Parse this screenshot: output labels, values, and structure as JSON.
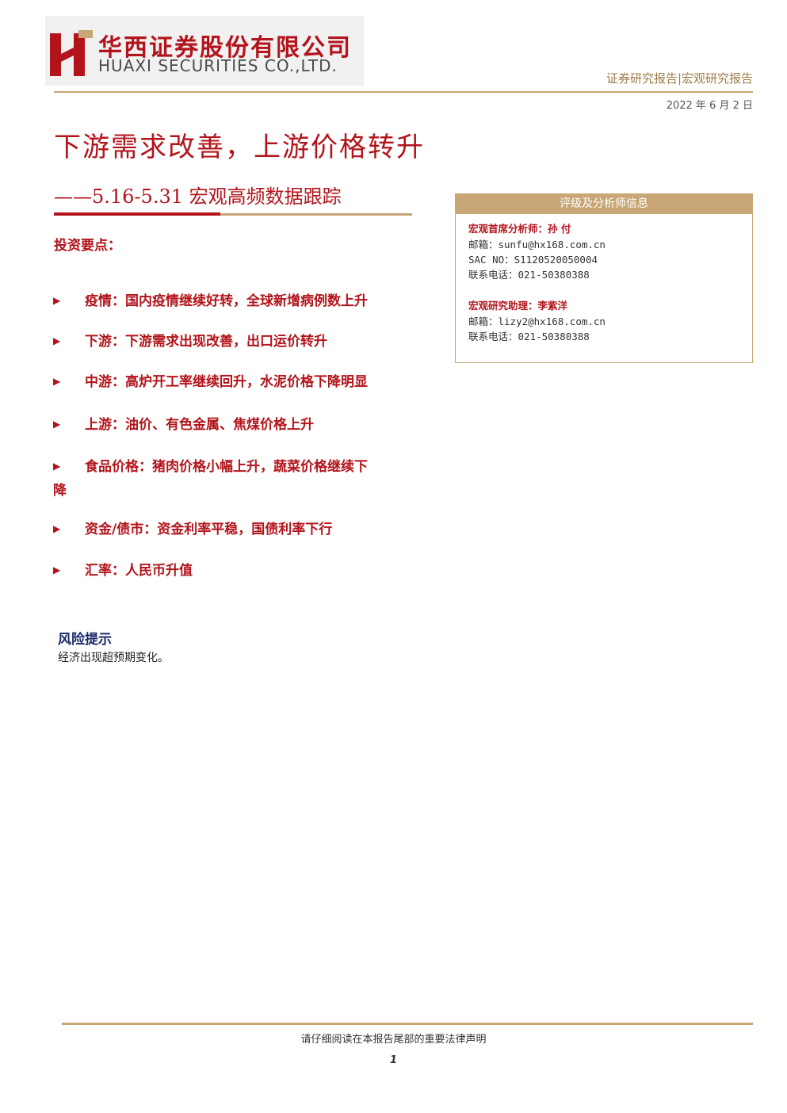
{
  "header": {
    "company_cn": "华西证券股份有限公司",
    "company_en": "HUAXI SECURITIES CO.,LTD.",
    "report_type": "证券研究报告|宏观研究报告",
    "date": "2022 年 6 月 2 日"
  },
  "title": {
    "main": "下游需求改善，上游价格转升",
    "sub": "——5.16-5.31 宏观高频数据跟踪"
  },
  "key_points": {
    "heading": "投资要点：",
    "items": [
      {
        "text": "疫情：国内疫情继续好转，全球新增病例数上升"
      },
      {
        "text": "下游：下游需求出现改善，出口运价转升"
      },
      {
        "text": "中游：高炉开工率继续回升，水泥价格下降明显"
      },
      {
        "text": "上游：油价、有色金属、焦煤价格上升"
      },
      {
        "text": "食品价格：猪肉价格小幅上升，蔬菜价格继续下",
        "continuation": "降"
      },
      {
        "text": "资金/债市：资金利率平稳，国债利率下行"
      },
      {
        "text": "汇率：人民币升值"
      }
    ]
  },
  "risk": {
    "heading": "风险提示",
    "text": "经济出现超预期变化。"
  },
  "analyst_box": {
    "header": "评级及分析师信息",
    "chief": {
      "title": "宏观首席分析师：孙 付",
      "email": "邮箱：sunfu@hx168.com.cn",
      "sac": "SAC NO：S1120520050004",
      "phone": "联系电话：021-50380388"
    },
    "assistant": {
      "title": "宏观研究助理：李紫洋",
      "email": "邮箱：lizy2@hx168.com.cn",
      "phone": "联系电话：021-50380388"
    }
  },
  "footer": {
    "note": "请仔细阅读在本报告尾部的重要法律声明",
    "page": "1"
  },
  "colors": {
    "brand_red": "#b3141b",
    "accent_gold": "#c9a675",
    "navy": "#1a2a6a"
  },
  "icons": {
    "logo": "huaxi-h-logo",
    "bullet": "triangle-right-icon"
  }
}
